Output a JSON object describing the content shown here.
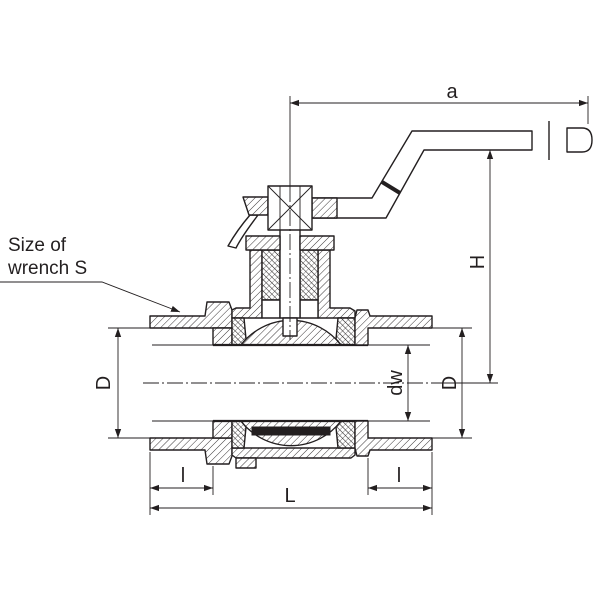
{
  "labels": {
    "dim_a": "a",
    "dim_H": "H",
    "wrench_note_line1": "Size of",
    "wrench_note_line2": "wrench S",
    "dim_D_left": "D",
    "dim_dw": "dw",
    "dim_D_right": "D",
    "dim_l_left": "l",
    "dim_L": "L",
    "dim_l_right": "l"
  },
  "colors": {
    "line": "#231f20",
    "background": "#ffffff"
  }
}
